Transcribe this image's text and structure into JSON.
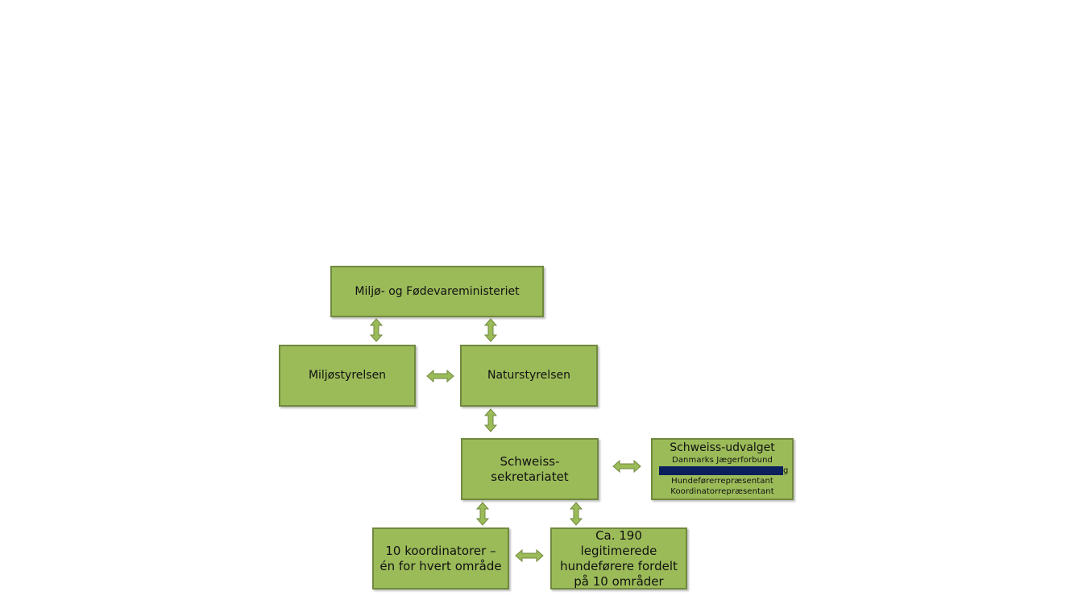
{
  "diagram": {
    "nodes": {
      "ministry": "Miljø- og Fødevareministeriet",
      "miljostyrelsen": "Miljøstyrelsen",
      "naturstyrelsen": "Naturstyrelsen",
      "sekretariat": "Schweiss-\nsekretariatet",
      "udvalg": {
        "title": "Schweiss-udvalget",
        "members": [
          "Danmarks Jægerforbund",
          "Hundeførerrepræsentant",
          "Koordinatorrepræsentant"
        ],
        "redacted_tail": "g"
      },
      "koordinatorer": "10 koordinatorer –\nén for hvert område",
      "hundeforere": "Ca. 190\nlegitimerede\nhundeførere fordelt\npå 10 områder"
    },
    "colors": {
      "box_fill": "#9bbb59",
      "box_border": "#71893f",
      "arrow_fill": "#9bbb59",
      "redaction": "#0b1f5c"
    }
  }
}
